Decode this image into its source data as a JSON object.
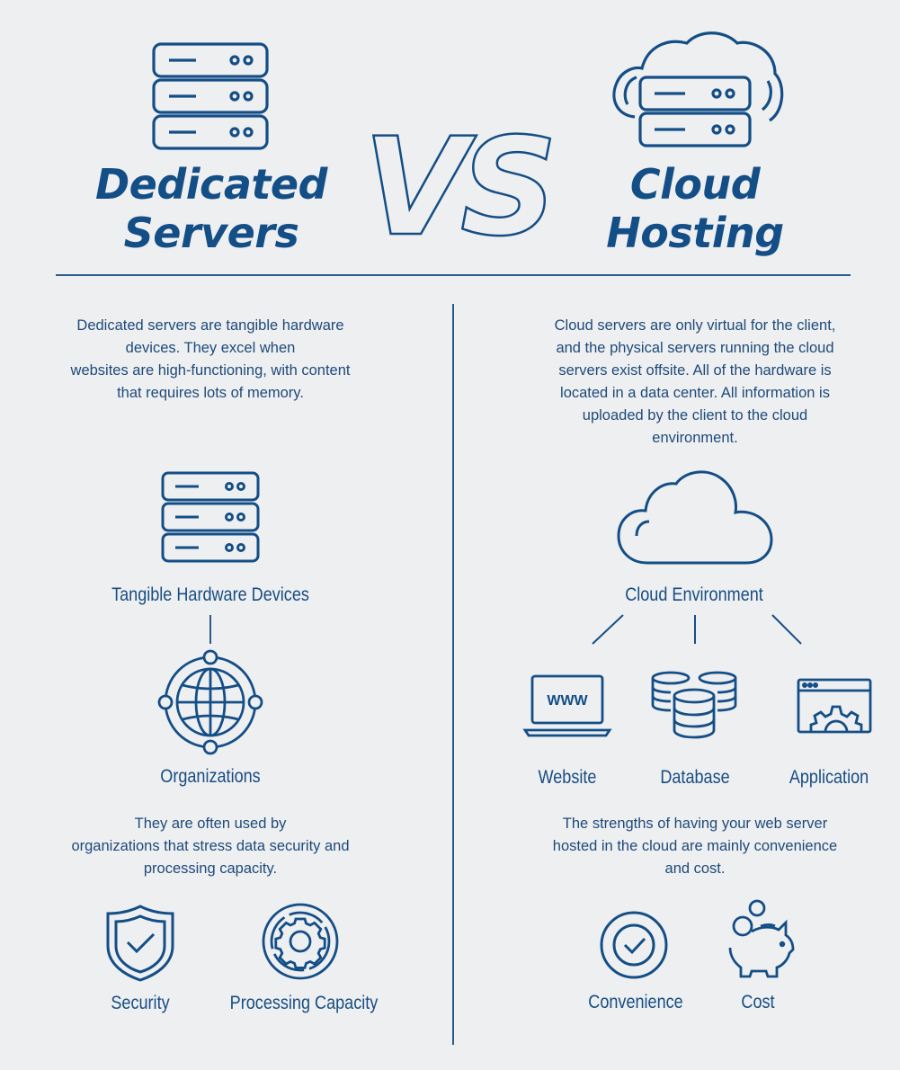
{
  "header": {
    "left_title": [
      "Dedicated",
      "Servers"
    ],
    "vs_text": "VS",
    "right_title": [
      "Cloud",
      "Hosting"
    ]
  },
  "left": {
    "description": [
      "Dedicated servers are tangible hardware",
      "devices. They excel when",
      "websites are high-functioning, with content",
      "that requires lots of memory."
    ],
    "hardware_label": "Tangible Hardware Devices",
    "organizations_label": "Organizations",
    "organizations_text": [
      "They are often used by",
      "organizations that stress data security and",
      "processing capacity."
    ],
    "security_label": "Security",
    "processing_label": "Processing Capacity"
  },
  "right": {
    "description": [
      "Cloud servers are only virtual for the client,",
      "and the physical servers running the cloud",
      "servers exist offsite. All of the hardware is",
      "located in a data center.  All information is",
      "uploaded by the client to the cloud",
      "environment."
    ],
    "cloud_label": "Cloud Environment",
    "website_label": "Website",
    "website_screen_text": "WWW",
    "database_label": "Database",
    "application_label": "Application",
    "strengths_text": [
      "The strengths of having your web server",
      "hosted in the cloud are mainly convenience",
      "and cost."
    ],
    "convenience_label": "Convenience",
    "cost_label": "Cost"
  },
  "icons": [
    "server-stack-icon",
    "cloud-server-icon",
    "globe-network-icon",
    "cloud-icon",
    "laptop-www-icon",
    "database-icon",
    "application-gear-icon",
    "shield-check-icon",
    "gear-circle-icon",
    "check-circle-icon",
    "piggy-bank-icon"
  ],
  "colors": {
    "background": "#eeeff1",
    "primary": "#144e86",
    "text": "#1e4a79"
  }
}
